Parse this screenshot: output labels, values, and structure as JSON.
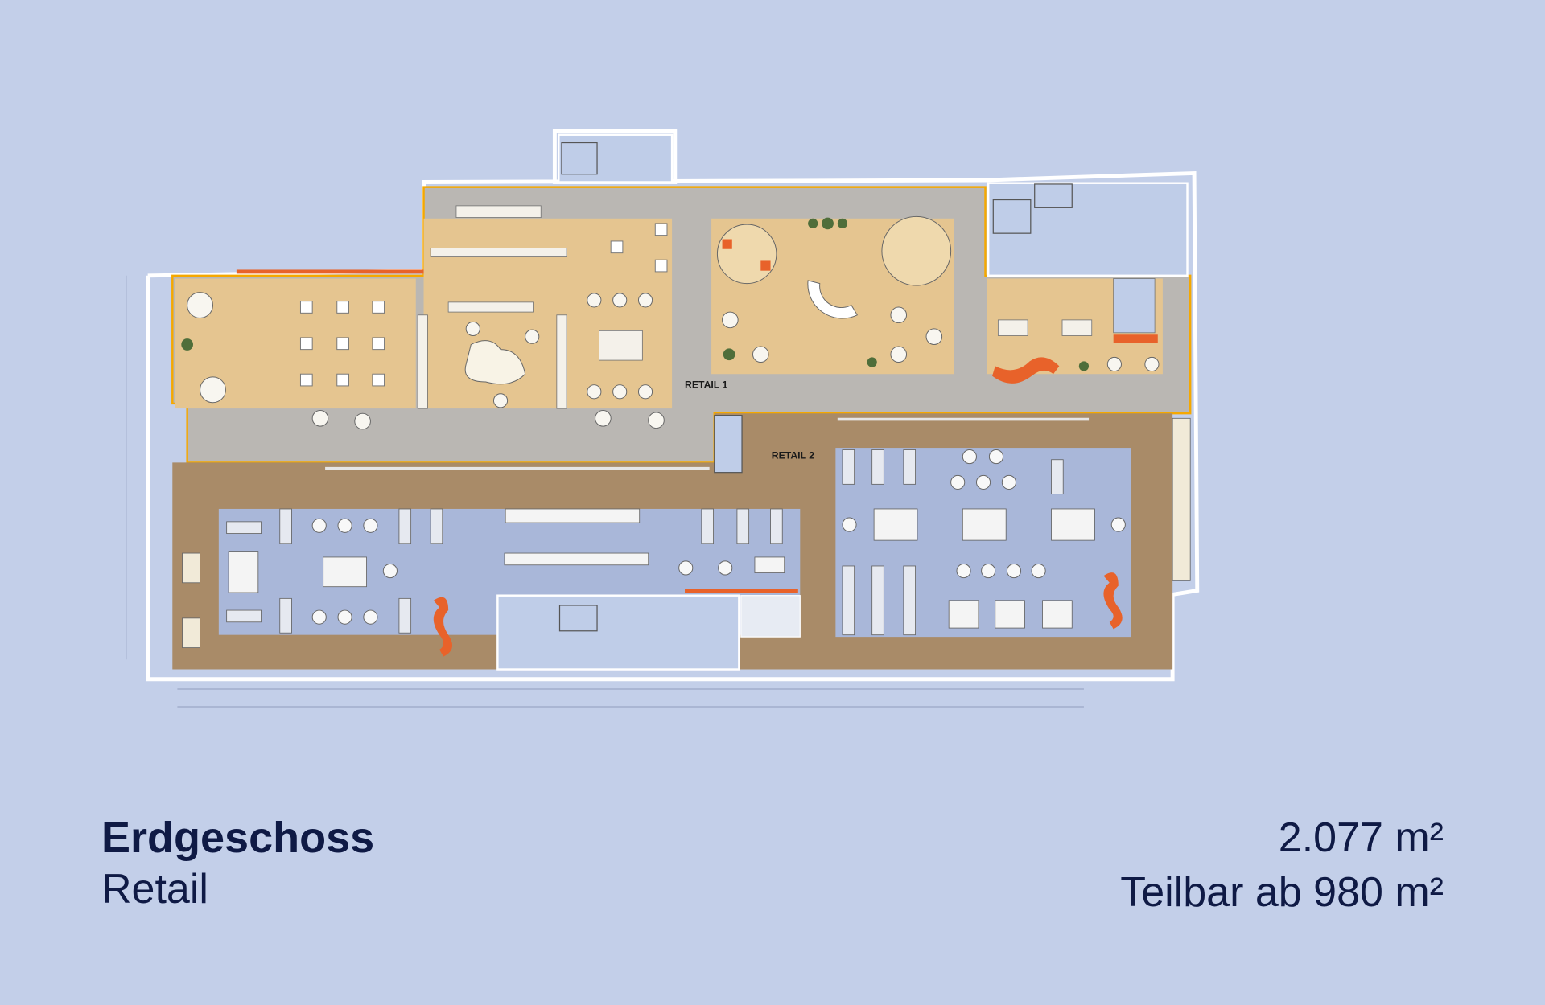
{
  "floor": {
    "title": "Erdgeschoss",
    "use": "Retail",
    "area": "2.077 m²",
    "divisible": "Teilbar ab 980 m²"
  },
  "plan": {
    "zone_labels": [
      "RETAIL 1",
      "RETAIL 2"
    ]
  },
  "colors": {
    "background": "#c3cfe9",
    "text": "#0f1a45",
    "retail1_floor": "#bab7b3",
    "retail2_floor": "#a98b68",
    "lounge": "#e5c590",
    "showroom": "#a9b7d9",
    "outline": "#f5a800"
  }
}
